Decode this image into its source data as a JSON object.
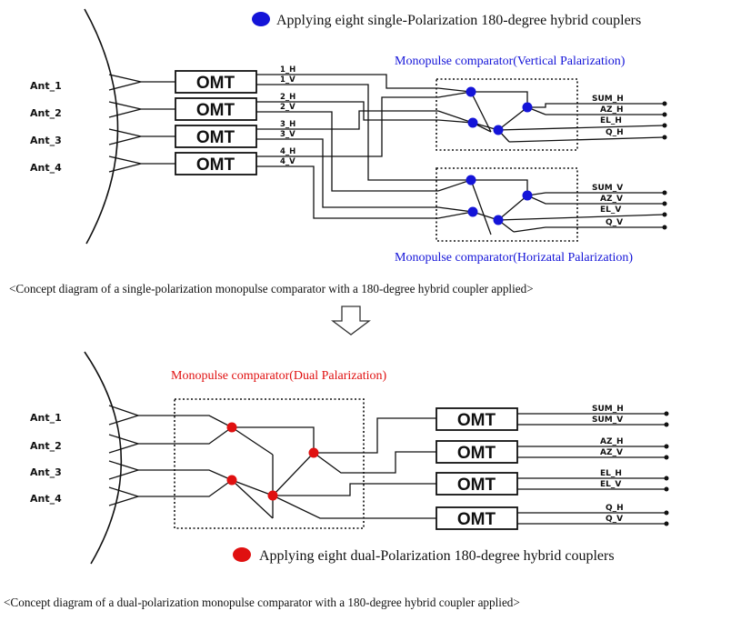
{
  "colors": {
    "blue": "#1414d8",
    "red": "#e01010",
    "line": "#111111"
  },
  "top": {
    "legend": "Applying  eight  single-Polarization 180-degree hybrid couplers",
    "comparator_vertical": "Monopulse comparator(Vertical Palarization)",
    "comparator_horizontal": "Monopulse comparator(Horizatal Palarization)",
    "antennas": [
      "Ant_1",
      "Ant_2",
      "Ant_3",
      "Ant_4"
    ],
    "omt_label": "OMT",
    "ports": [
      "1_H",
      "1_V",
      "2_H",
      "2_V",
      "3_H",
      "3_V",
      "4_H",
      "4_V"
    ],
    "outputs_h": [
      "SUM_H",
      "AZ_H",
      "EL_H",
      "Q_H"
    ],
    "outputs_v": [
      "SUM_V",
      "AZ_V",
      "EL_V",
      "Q_V"
    ],
    "caption": "<Concept diagram  of a  single-polarization  monopulse comparator with  a 180-degree  hybrid coupler applied>"
  },
  "arrow_icon": "down-arrow-icon",
  "bottom": {
    "comparator_dual": "Monopulse comparator(Dual Palarization)",
    "antennas": [
      "Ant_1",
      "Ant_2",
      "Ant_3",
      "Ant_4"
    ],
    "omt_label": "OMT",
    "outputs": [
      [
        "SUM_H",
        "SUM_V"
      ],
      [
        "AZ_H",
        "AZ_V"
      ],
      [
        "EL_H",
        "EL_V"
      ],
      [
        "Q_H",
        "Q_V"
      ]
    ],
    "legend": "Applying  eight  dual-Polarization 180-degree hybrid couplers",
    "caption": "<Concept diagram  of a  dual-polarization  monopulse comparator with  a 180-degree  hybrid coupler applied>"
  }
}
